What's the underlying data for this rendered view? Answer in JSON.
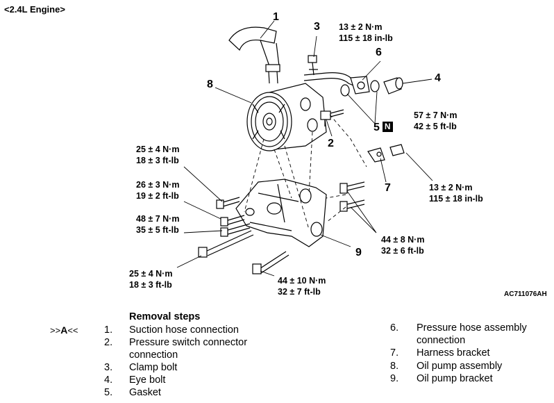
{
  "header": {
    "engine_label": "<2.4L Engine>"
  },
  "callouts": {
    "c1": "1",
    "c2": "2",
    "c3": "3",
    "c4": "4",
    "c5": "5",
    "c6": "6",
    "c7": "7",
    "c8": "8",
    "c9": "9",
    "n_badge": "N"
  },
  "torques": {
    "t3": {
      "line1": "13 ± 2 N·m",
      "line2": "115 ± 18 in-lb"
    },
    "t4": {
      "line1": "57 ± 7 N·m",
      "line2": "42 ± 5 ft-lb"
    },
    "t7": {
      "line1": "13 ± 2 N·m",
      "line2": "115 ± 18 in-lb"
    },
    "tA": {
      "line1": "25 ± 4 N·m",
      "line2": "18 ± 3 ft-lb"
    },
    "tB": {
      "line1": "26 ± 3 N·m",
      "line2": "19 ± 2 ft-lb"
    },
    "tC": {
      "line1": "48 ± 7 N·m",
      "line2": "35 ± 5 ft-lb"
    },
    "tD": {
      "line1": "25 ± 4 N·m",
      "line2": "18 ± 3 ft-lb"
    },
    "tE": {
      "line1": "44 ± 8 N·m",
      "line2": "32 ± 6 ft-lb"
    },
    "tF": {
      "line1": "44 ± 10 N·m",
      "line2": "32 ± 7 ft-lb"
    }
  },
  "figure_code": "AC711076AH",
  "removal": {
    "heading": "Removal steps",
    "ref_prefix": ">>",
    "ref_letter": "A",
    "ref_suffix": "<<",
    "steps": [
      {
        "num": "1.",
        "text": "Suction hose connection"
      },
      {
        "num": "2.",
        "text": "Pressure switch connector",
        "text2": "connection"
      },
      {
        "num": "3.",
        "text": "Clamp bolt"
      },
      {
        "num": "4.",
        "text": "Eye bolt"
      },
      {
        "num": "5.",
        "text": "Gasket"
      },
      {
        "num": "6.",
        "text": "Pressure hose assembly",
        "text2": "connection"
      },
      {
        "num": "7.",
        "text": "Harness bracket"
      },
      {
        "num": "8.",
        "text": "Oil pump assembly"
      },
      {
        "num": "9.",
        "text": "Oil pump bracket"
      }
    ]
  }
}
